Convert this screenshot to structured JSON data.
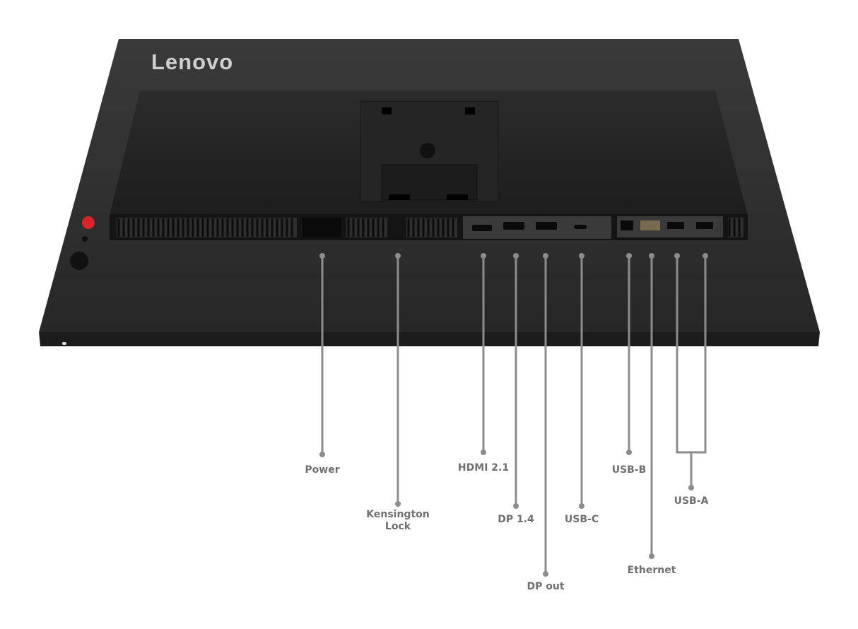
{
  "brand": "Lenovo",
  "colors": {
    "panel": "#2b2b2b",
    "housing": "#1f1f1f",
    "leader_line": "#8c8c8c",
    "label": "#6f6f6f",
    "joystick": "#d9252a"
  },
  "ports": [
    {
      "label": "Power",
      "icon": "power-icon"
    },
    {
      "label": "Kensington\nLock",
      "icon": "lock-icon"
    },
    {
      "label": "HDMI 2.1",
      "icon": "hdmi-icon"
    },
    {
      "label": "DP 1.4",
      "icon": "displayport-icon"
    },
    {
      "label": "DP out",
      "icon": "displayport-out-icon"
    },
    {
      "label": "USB-C",
      "icon": "usb-c-icon"
    },
    {
      "label": "USB-B",
      "icon": "usb-icon"
    },
    {
      "label": "Ethernet",
      "icon": "network-icon"
    },
    {
      "label": "USB-A",
      "icon": "usb-icon"
    }
  ]
}
